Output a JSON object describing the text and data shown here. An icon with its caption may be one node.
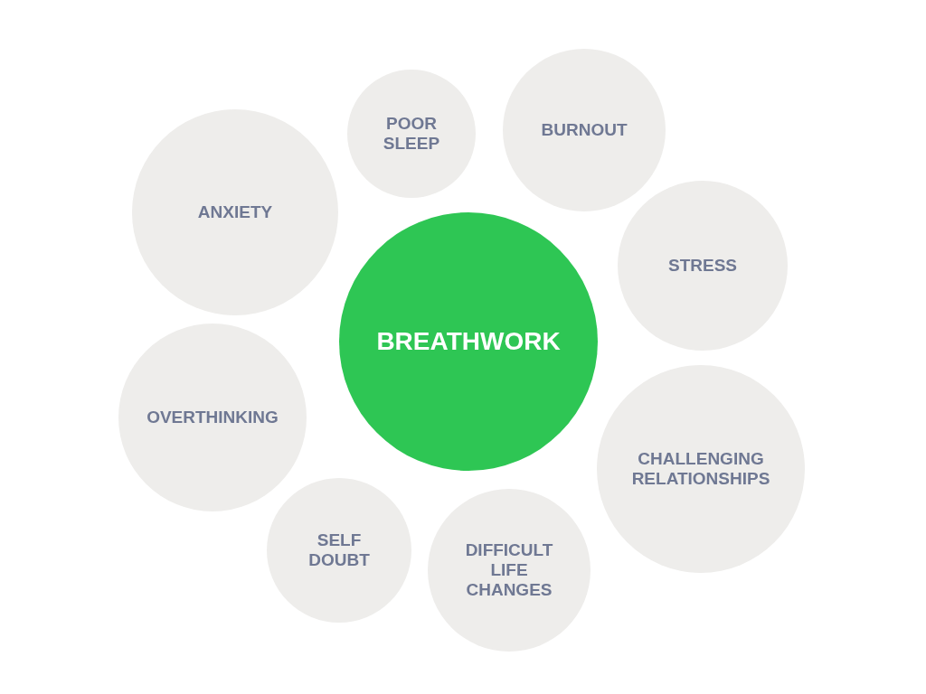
{
  "diagram": {
    "nodes": [
      {
        "text": [
          "POOR SLEEP"
        ]
      },
      {
        "text": [
          "BURNOUT"
        ]
      },
      {
        "text": [
          "ANXIETY"
        ]
      },
      {
        "text": [
          "STRESS"
        ]
      },
      {
        "text": [
          "BREATHWORK"
        ]
      },
      {
        "text": [
          "OVERTHINKING"
        ]
      },
      {
        "text": [
          "CHALLENGING RELATIONSHIPS"
        ]
      },
      {
        "text": [
          "SELF DOUBT"
        ]
      },
      {
        "text": [
          "DIFFICULT LIFE CHANGES"
        ]
      }
    ]
  }
}
